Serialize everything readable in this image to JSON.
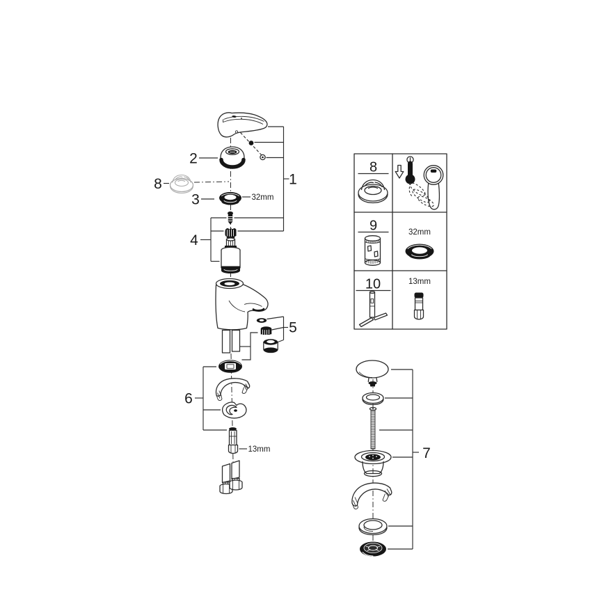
{
  "colors": {
    "line": "#2b2b2b",
    "text": "#1a1a1a",
    "gray_part": "#ababab",
    "background": "#ffffff"
  },
  "faucet_diagram": {
    "callout_1": "1",
    "callout_2": "2",
    "callout_3": "3",
    "callout_4": "4",
    "callout_5": "5",
    "callout_6": "6",
    "callout_8": "8",
    "escutcheon_ring_size": "32mm",
    "mounting_stud_size": "13mm"
  },
  "drain_diagram": {
    "callout_7": "7"
  },
  "tool_table": {
    "rows": [
      {
        "part_number": "8"
      },
      {
        "part_number": "9",
        "tool_size": "32mm"
      },
      {
        "part_number": "10",
        "tool_size": "13mm"
      }
    ]
  }
}
